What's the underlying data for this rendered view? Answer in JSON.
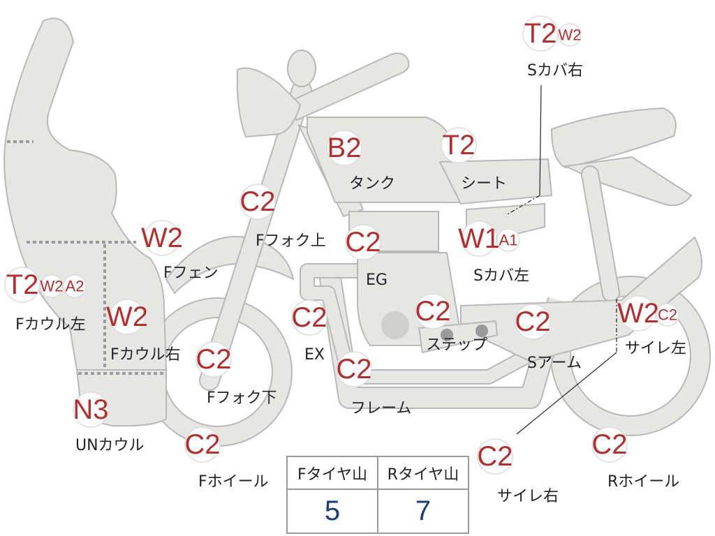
{
  "parts": [
    {
      "id": "s-cover-r",
      "codes": [
        {
          "text": "T2",
          "size": "big"
        },
        {
          "text": "W2",
          "size": "small"
        }
      ],
      "label": "Sカバ右"
    },
    {
      "id": "tank",
      "codes": [
        {
          "text": "B2",
          "size": "big"
        }
      ],
      "label": "タンク"
    },
    {
      "id": "seat",
      "codes": [
        {
          "text": "T2",
          "size": "big"
        }
      ],
      "label": "シート"
    },
    {
      "id": "f-fork-upper",
      "codes": [
        {
          "text": "C2",
          "size": "big"
        }
      ],
      "label": "Fフォク上"
    },
    {
      "id": "eg",
      "codes": [
        {
          "text": "C2",
          "size": "big"
        }
      ],
      "label": "EG"
    },
    {
      "id": "s-cover-l",
      "codes": [
        {
          "text": "W1",
          "size": "big"
        },
        {
          "text": "A1",
          "size": "small"
        }
      ],
      "label": "Sカバ左"
    },
    {
      "id": "f-fender",
      "codes": [
        {
          "text": "W2",
          "size": "big"
        }
      ],
      "label": "Fフェン"
    },
    {
      "id": "f-cowl-l",
      "codes": [
        {
          "text": "T2",
          "size": "big"
        },
        {
          "text": "W2",
          "size": "small"
        },
        {
          "text": "A2",
          "size": "small"
        }
      ],
      "label": "Fカウル左"
    },
    {
      "id": "f-cowl-r",
      "codes": [
        {
          "text": "W2",
          "size": "big"
        }
      ],
      "label": "Fカウル右"
    },
    {
      "id": "ex",
      "codes": [
        {
          "text": "C2",
          "size": "big"
        }
      ],
      "label": "EX"
    },
    {
      "id": "step",
      "codes": [
        {
          "text": "C2",
          "size": "big"
        }
      ],
      "label": "ステップ"
    },
    {
      "id": "s-arm",
      "codes": [
        {
          "text": "C2",
          "size": "big"
        }
      ],
      "label": "Sアーム"
    },
    {
      "id": "silencer-l",
      "codes": [
        {
          "text": "W2",
          "size": "big"
        },
        {
          "text": "C2",
          "size": "small"
        }
      ],
      "label": "サイレ左"
    },
    {
      "id": "f-fork-lower",
      "codes": [
        {
          "text": "C2",
          "size": "big"
        }
      ],
      "label": "Fフォク下"
    },
    {
      "id": "frame",
      "codes": [
        {
          "text": "C2",
          "size": "big"
        }
      ],
      "label": "フレーム"
    },
    {
      "id": "un-cowl",
      "codes": [
        {
          "text": "N3",
          "size": "big"
        }
      ],
      "label": "UNカウル"
    },
    {
      "id": "f-wheel",
      "codes": [
        {
          "text": "C2",
          "size": "big"
        }
      ],
      "label": "Fホイール"
    },
    {
      "id": "silencer-r",
      "codes": [
        {
          "text": "C2",
          "size": "big"
        }
      ],
      "label": "サイレ右"
    },
    {
      "id": "r-wheel",
      "codes": [
        {
          "text": "C2",
          "size": "big"
        }
      ],
      "label": "Rホイール"
    }
  ],
  "tire_table": {
    "headers": [
      "Fタイヤ山",
      "Rタイヤ山"
    ],
    "values": [
      "5",
      "7"
    ]
  },
  "colors": {
    "code_text": "#b03030",
    "tire_value": "#1e3a78",
    "part_fill": "#e6e6e4",
    "part_stroke": "#b8b8b6"
  }
}
